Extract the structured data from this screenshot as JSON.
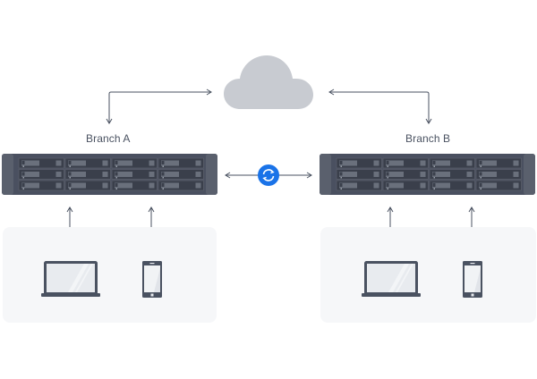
{
  "diagram": {
    "cloud": {
      "icon": "cloud-icon",
      "color": "#c8cbd1"
    },
    "sync": {
      "icon": "sync-icon",
      "color": "#1a73e8"
    },
    "branches": [
      {
        "label": "Branch A",
        "server": {
          "icon": "rack-server-icon",
          "bays": 12
        },
        "devices": [
          {
            "icon": "laptop-icon"
          },
          {
            "icon": "smartphone-icon"
          }
        ]
      },
      {
        "label": "Branch B",
        "server": {
          "icon": "rack-server-icon",
          "bays": 12
        },
        "devices": [
          {
            "icon": "laptop-icon"
          },
          {
            "icon": "smartphone-icon"
          }
        ]
      }
    ],
    "colors": {
      "line": "#4a5261",
      "server_body": "#4a5060",
      "server_ears": "#5a606d",
      "panel": "#f6f7f9",
      "device": "#4a5261",
      "screen": "#e8ebef"
    }
  }
}
